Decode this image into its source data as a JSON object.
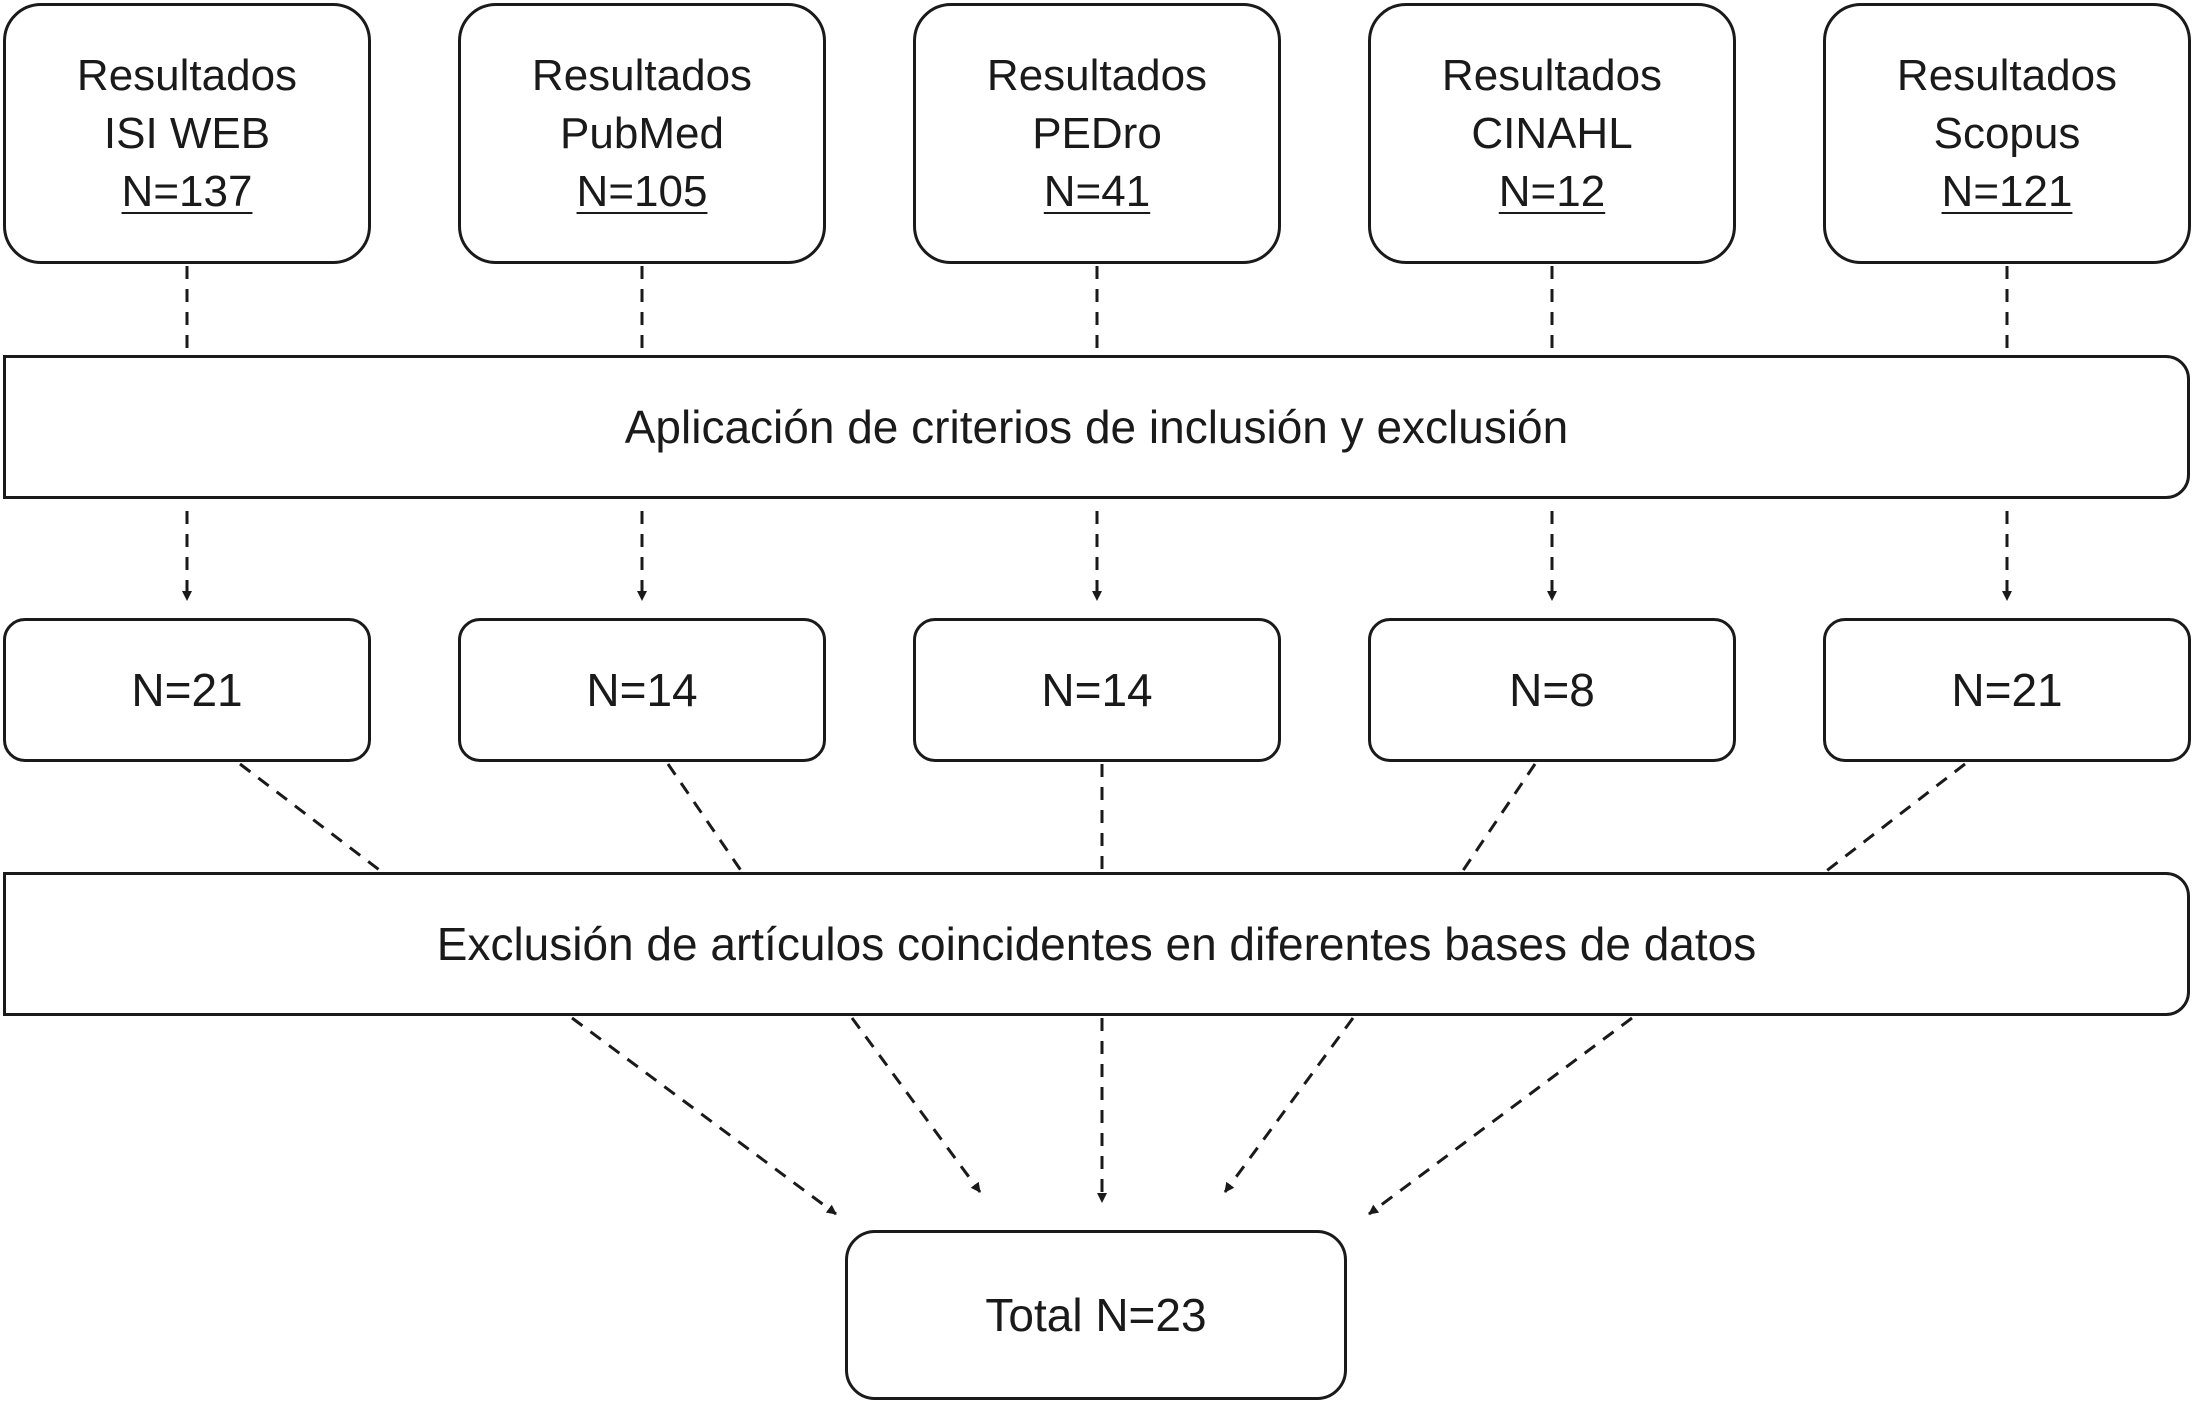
{
  "sources": [
    {
      "label": "Resultados",
      "name": "ISI WEB",
      "count": "N=137"
    },
    {
      "label": "Resultados",
      "name": "PubMed",
      "count": "N=105"
    },
    {
      "label": "Resultados",
      "name": "PEDro",
      "count": "N=41"
    },
    {
      "label": "Resultados",
      "name": "CINAHL",
      "count": "N=12"
    },
    {
      "label": "Resultados",
      "name": "Scopus",
      "count": "N=121"
    }
  ],
  "criteria_step": "Aplicación de criterios de inclusión y exclusión",
  "filtered": [
    "N=21",
    "N=14",
    "N=14",
    "N=8",
    "N=21"
  ],
  "dedup_step": "Exclusión de artículos coincidentes en diferentes bases de datos",
  "total": "Total N=23"
}
